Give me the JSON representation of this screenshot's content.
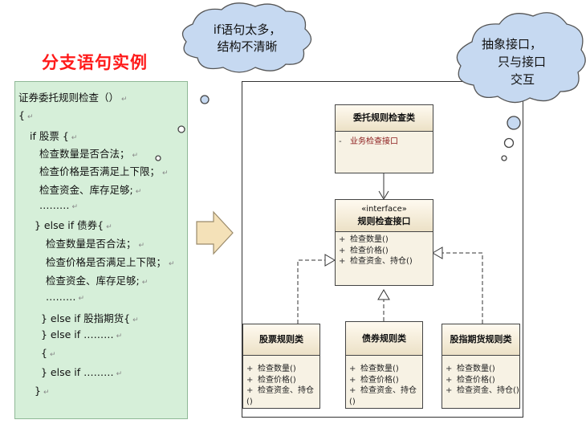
{
  "title": "分支语句实例",
  "code_lines": [
    {
      "text": "证券委托规则检查（）",
      "mark": "↵"
    },
    {
      "text": "{",
      "mark": "↵"
    },
    {
      "text": "if 股票 {",
      "mark": "↵"
    },
    {
      "text": "检查数量是否合法；",
      "mark": "↵"
    },
    {
      "text": "检查价格是否满足上下限；",
      "mark": "↵"
    },
    {
      "text": "检查资金、库存足够;",
      "mark": "↵"
    },
    {
      "text": "………",
      "mark": "↵"
    },
    {
      "text": "} else if 债券{",
      "mark": "↵"
    },
    {
      "text": "检查数量是否合法；",
      "mark": "↵"
    },
    {
      "text": "检查价格是否满足上下限；",
      "mark": "↵"
    },
    {
      "text": "检查资金、库存足够;",
      "mark": "↵"
    },
    {
      "text": "………",
      "mark": "↵"
    },
    {
      "text": "} else if 股指期货{",
      "mark": "↵"
    },
    {
      "text": "} else if ………",
      "mark": "↵"
    },
    {
      "text": "{",
      "mark": "↵"
    },
    {
      "text": "} else if ………",
      "mark": "↵"
    },
    {
      "text": "}",
      "mark": "↵"
    }
  ],
  "cloud_left": {
    "line1": "if语句太多，",
    "line2": "结构不清晰"
  },
  "cloud_right": {
    "line1": "抽象接口，",
    "line2": "只与接口",
    "line3": "交互"
  },
  "classes": {
    "delegate": {
      "name": "委托规则检查类",
      "attr_marker": "-",
      "attr": "业务检查接口"
    },
    "interface": {
      "stereotype": "«interface»",
      "name": "规则检查接口",
      "ops": [
        "检查数量()",
        "检查价格()",
        "检查资金、持仓()"
      ]
    },
    "stock": {
      "name": "股票规则类",
      "ops": [
        "检查数量()",
        "检查价格()",
        "检查资金、持仓()"
      ]
    },
    "bond": {
      "name": "债券规则类",
      "ops": [
        "检查数量()",
        "检查价格()",
        "检查资金、持仓()"
      ]
    },
    "futures": {
      "name": "股指期货规则类",
      "ops": [
        "检查数量()",
        "检查价格()",
        "检查资金、持仓()"
      ]
    }
  },
  "op_marker": "+",
  "colors": {
    "title": "#ff1a1a",
    "code_bg": "#d6efd9",
    "cloud_fill": "#c6d9f1",
    "arrow_fill": "#f4e1b8",
    "class_bg": "#f7f2e4"
  }
}
